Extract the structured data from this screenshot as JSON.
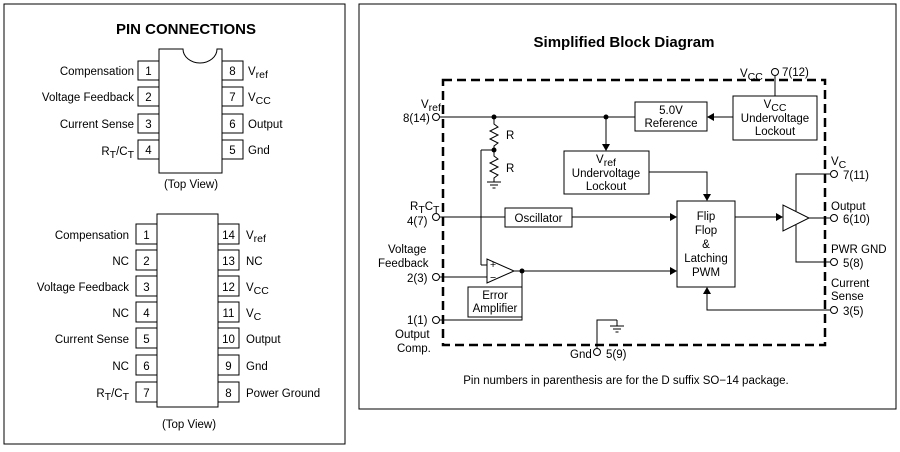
{
  "pin_connections": {
    "title": "PIN CONNECTIONS",
    "dip8": {
      "left": [
        {
          "num": "1",
          "label": "Compensation"
        },
        {
          "num": "2",
          "label": "Voltage Feedback"
        },
        {
          "num": "3",
          "label": "Current Sense"
        },
        {
          "num": "4",
          "label_main": "R",
          "label_sub1": "T",
          "label_mid": "/C",
          "label_sub2": "T"
        }
      ],
      "right": [
        {
          "num": "8",
          "label_main": "V",
          "label_sub": "ref"
        },
        {
          "num": "7",
          "label_main": "V",
          "label_sub": "CC"
        },
        {
          "num": "6",
          "label": "Output"
        },
        {
          "num": "5",
          "label": "Gnd"
        }
      ],
      "view": "(Top View)"
    },
    "dip14": {
      "left": [
        {
          "num": "1",
          "label": "Compensation"
        },
        {
          "num": "2",
          "label": "NC"
        },
        {
          "num": "3",
          "label": "Voltage Feedback"
        },
        {
          "num": "4",
          "label": "NC"
        },
        {
          "num": "5",
          "label": "Current Sense"
        },
        {
          "num": "6",
          "label": "NC"
        },
        {
          "num": "7",
          "label_main": "R",
          "label_sub1": "T",
          "label_mid": "/C",
          "label_sub2": "T"
        }
      ],
      "right": [
        {
          "num": "14",
          "label_main": "V",
          "label_sub": "ref"
        },
        {
          "num": "13",
          "label": "NC"
        },
        {
          "num": "12",
          "label_main": "V",
          "label_sub": "CC"
        },
        {
          "num": "11",
          "label_main": "V",
          "label_sub": "C"
        },
        {
          "num": "10",
          "label": "Output"
        },
        {
          "num": "9",
          "label": "Gnd"
        },
        {
          "num": "8",
          "label": "Power Ground"
        }
      ],
      "view": "(Top View)"
    }
  },
  "block_diagram": {
    "title": "Simplified Block Diagram",
    "vref": {
      "main": "V",
      "sub": "ref",
      "pin": "8(14)"
    },
    "vcc": {
      "main": "V",
      "sub": "CC",
      "pin": "7(12)"
    },
    "ref_block": {
      "line1": "5.0V",
      "line2": "Reference"
    },
    "vcc_uvlo": {
      "main": "V",
      "sub": "CC",
      "line2": "Undervoltage",
      "line3": "Lockout"
    },
    "vref_uvlo": {
      "main": "V",
      "sub": "ref",
      "line2": "Undervoltage",
      "line3": "Lockout"
    },
    "resistor1": "R",
    "resistor2": "R",
    "rtct": {
      "main": "R",
      "sub1": "T",
      "mid": "C",
      "sub2": "T",
      "pin": "4(7)"
    },
    "oscillator": "Oscillator",
    "flipflop": {
      "l1": "Flip",
      "l2": "Flop",
      "l3": "&",
      "l4": "Latching",
      "l5": "PWM"
    },
    "vfb": {
      "line1": "Voltage",
      "line2": "Feedback",
      "pin": "2(3)"
    },
    "error_amp": {
      "line1": "Error",
      "line2": "Amplifier",
      "plus": "+",
      "minus": "−"
    },
    "comp": {
      "pin": "1(1)",
      "line1": "Output",
      "line2": "Comp."
    },
    "vc": {
      "main": "V",
      "sub": "C",
      "pin": "7(11)"
    },
    "output": {
      "label": "Output",
      "pin": "6(10)"
    },
    "pwrgnd": {
      "label": "PWR GND",
      "pin": "5(8)"
    },
    "csense": {
      "line1": "Current",
      "line2": "Sense",
      "pin": "3(5)"
    },
    "gnd": {
      "label": "Gnd",
      "pin": "5(9)"
    },
    "note": "Pin numbers in parenthesis are for the D suffix SO−14 package."
  }
}
